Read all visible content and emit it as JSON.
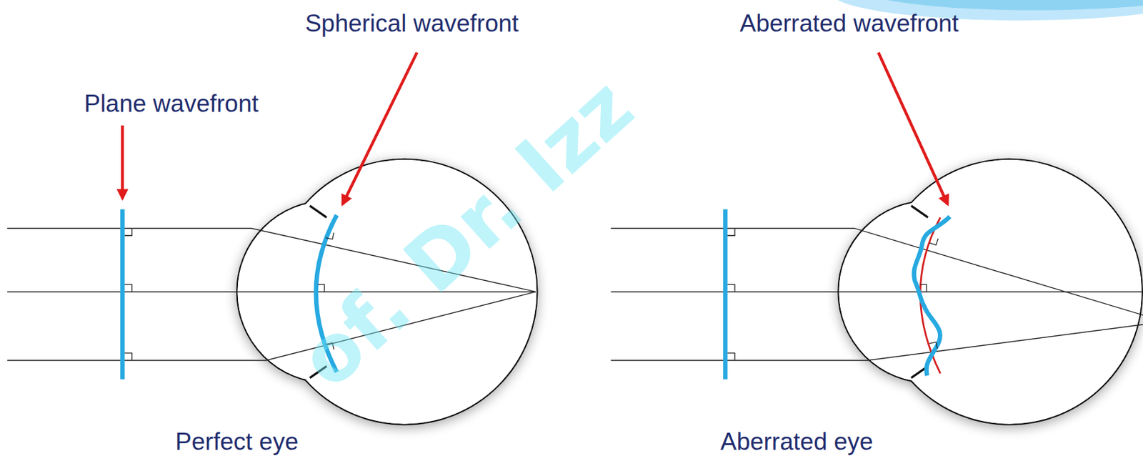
{
  "diagram": {
    "labels": [
      "Spherical wavefront",
      "Plane wavefront",
      "Aberrated wavefront",
      "Perfect eye",
      "Aberrated eye",
      "of. Dr. Izz"
    ]
  }
}
